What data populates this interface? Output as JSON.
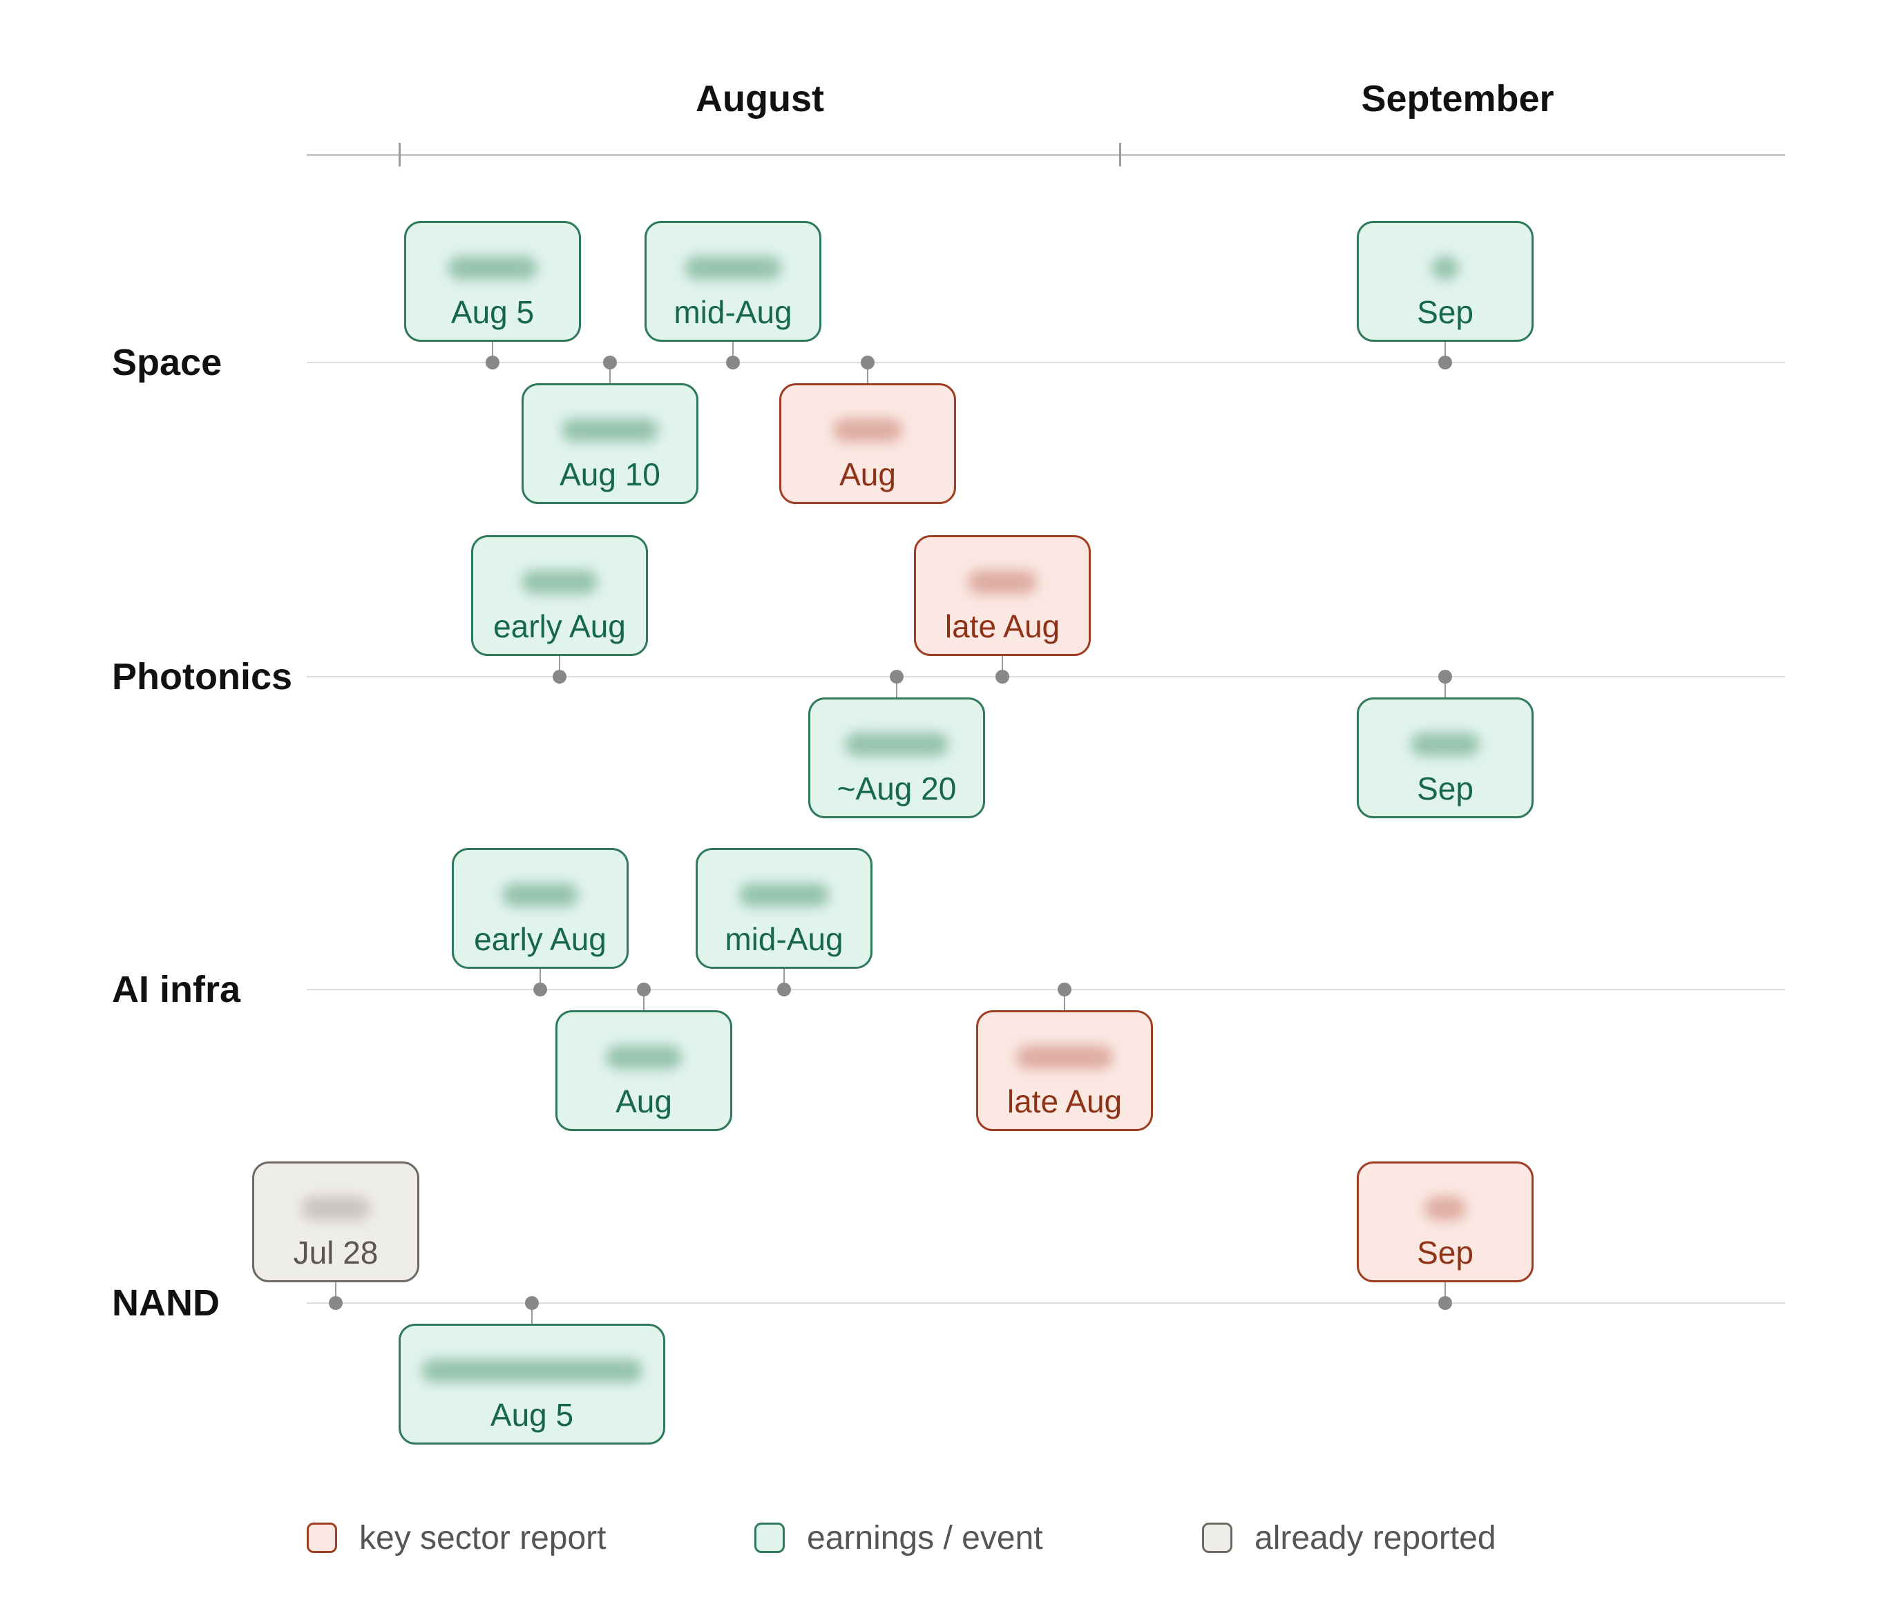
{
  "months": [
    "August",
    "September"
  ],
  "rows": [
    {
      "label": "Space",
      "events": [
        {
          "date": "Aug 5",
          "type": "earnings"
        },
        {
          "date": "Aug 10",
          "type": "earnings"
        },
        {
          "date": "mid-Aug",
          "type": "earnings"
        },
        {
          "date": "Aug",
          "type": "key"
        },
        {
          "date": "Sep",
          "type": "earnings"
        }
      ]
    },
    {
      "label": "Photonics",
      "events": [
        {
          "date": "early Aug",
          "type": "earnings"
        },
        {
          "date": "~Aug 20",
          "type": "earnings"
        },
        {
          "date": "late Aug",
          "type": "key"
        },
        {
          "date": "Sep",
          "type": "earnings"
        }
      ]
    },
    {
      "label": "AI infra",
      "events": [
        {
          "date": "early Aug",
          "type": "earnings"
        },
        {
          "date": "Aug",
          "type": "earnings"
        },
        {
          "date": "mid-Aug",
          "type": "earnings"
        },
        {
          "date": "late Aug",
          "type": "key"
        }
      ]
    },
    {
      "label": "NAND",
      "events": [
        {
          "date": "Jul 28",
          "type": "reported"
        },
        {
          "date": "Aug 5",
          "type": "earnings"
        },
        {
          "date": "Sep",
          "type": "key"
        }
      ]
    }
  ],
  "legend": [
    {
      "label": "key sector report",
      "type": "key"
    },
    {
      "label": "earnings / event",
      "type": "earnings"
    },
    {
      "label": "already reported",
      "type": "reported"
    }
  ],
  "colors": {
    "earnings_fill": "#e1f4ec",
    "earnings_border": "#2f7a5a",
    "key_fill": "#fbe8e3",
    "key_border": "#a03e24",
    "reported_fill": "#efedea",
    "reported_border": "#6f6963"
  }
}
